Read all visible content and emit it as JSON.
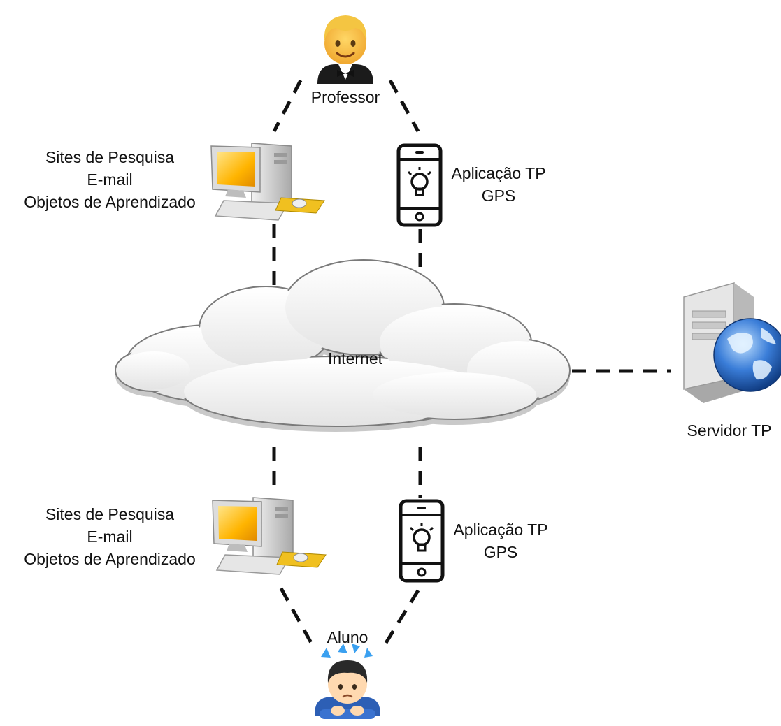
{
  "nodes": {
    "professor": {
      "label": "Professor",
      "icon": "teacher-emoji-icon"
    },
    "aluno": {
      "label": "Aluno",
      "icon": "student-emoji-icon"
    },
    "internet": {
      "label": "Internet",
      "icon": "cloud-icon"
    },
    "servidor": {
      "label": "Servidor TP",
      "icon": "server-globe-icon"
    }
  },
  "professor_desktop": {
    "icon": "desktop-computer-icon",
    "lines": [
      "Sites de Pesquisa",
      "E-mail",
      "Objetos de Aprendizado"
    ]
  },
  "professor_mobile": {
    "icon": "smartphone-lightbulb-icon",
    "lines": [
      "Aplicação TP",
      "GPS"
    ]
  },
  "aluno_desktop": {
    "icon": "desktop-computer-icon",
    "lines": [
      "Sites de Pesquisa",
      "E-mail",
      "Objetos de Aprendizado"
    ]
  },
  "aluno_mobile": {
    "icon": "smartphone-lightbulb-icon",
    "lines": [
      "Aplicação TP",
      "GPS"
    ]
  },
  "colors": {
    "line": "#111111",
    "cloud_fill": "#ffffff",
    "cloud_shadow": "#cfcfcf",
    "monitor_screen": "#ffb400",
    "mousepad": "#f0c020",
    "server_body": "#d8d8d8",
    "globe": "#3a7dd8"
  }
}
